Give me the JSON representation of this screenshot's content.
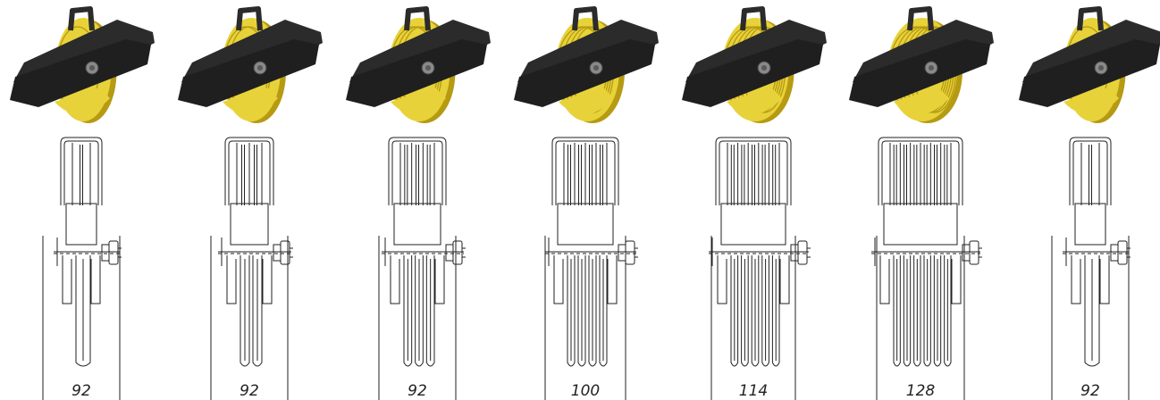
{
  "colors": {
    "sheave_yellow": "#e8d23a",
    "sheave_shadow": "#b59a12",
    "bracket_black": "#2b2b2b",
    "line_color": "#222222"
  },
  "pulleys": [
    {
      "id": "pulley-1",
      "grooves": 1,
      "width_label": "92"
    },
    {
      "id": "pulley-2",
      "grooves": 2,
      "width_label": "92"
    },
    {
      "id": "pulley-3",
      "grooves": 3,
      "width_label": "92"
    },
    {
      "id": "pulley-4",
      "grooves": 4,
      "width_label": "100"
    },
    {
      "id": "pulley-5",
      "grooves": 5,
      "width_label": "114"
    },
    {
      "id": "pulley-6",
      "grooves": 6,
      "width_label": "128"
    },
    {
      "id": "pulley-7",
      "grooves": 1,
      "width_label": "92"
    }
  ]
}
